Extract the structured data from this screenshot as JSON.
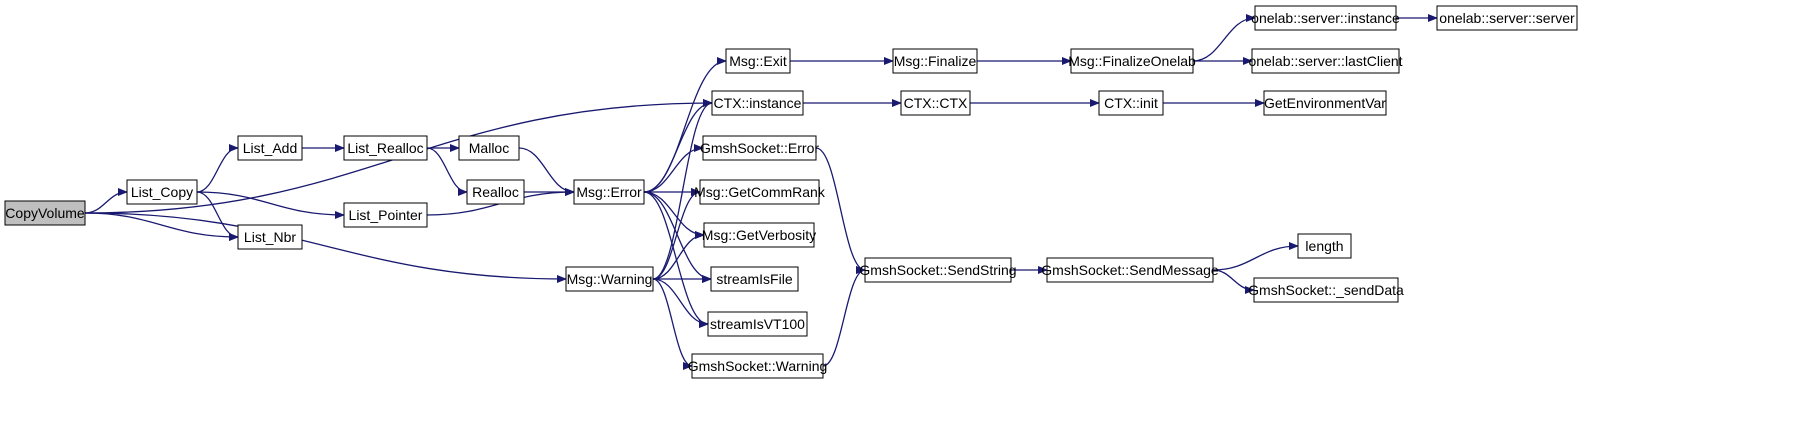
{
  "colors": {
    "node_fill": "#ffffff",
    "root_fill": "#bfbfbf",
    "edge": "#191970"
  },
  "nodes": [
    {
      "id": "CopyVolume",
      "label": "CopyVolume",
      "root": true
    },
    {
      "id": "List_Copy",
      "label": "List_Copy"
    },
    {
      "id": "List_Add",
      "label": "List_Add"
    },
    {
      "id": "List_Nbr",
      "label": "List_Nbr"
    },
    {
      "id": "List_Realloc",
      "label": "List_Realloc"
    },
    {
      "id": "List_Pointer",
      "label": "List_Pointer"
    },
    {
      "id": "Malloc",
      "label": "Malloc"
    },
    {
      "id": "Realloc",
      "label": "Realloc"
    },
    {
      "id": "Msg_Error",
      "label": "Msg::Error"
    },
    {
      "id": "Msg_Warning",
      "label": "Msg::Warning"
    },
    {
      "id": "Msg_Exit",
      "label": "Msg::Exit"
    },
    {
      "id": "CTX_instance",
      "label": "CTX::instance"
    },
    {
      "id": "GmshSocket_Error",
      "label": "GmshSocket::Error"
    },
    {
      "id": "Msg_GetCommRank",
      "label": "Msg::GetCommRank"
    },
    {
      "id": "Msg_GetVerbosity",
      "label": "Msg::GetVerbosity"
    },
    {
      "id": "streamIsFile",
      "label": "streamIsFile"
    },
    {
      "id": "streamIsVT100",
      "label": "streamIsVT100"
    },
    {
      "id": "GmshSocket_Warning",
      "label": "GmshSocket::Warning"
    },
    {
      "id": "Msg_Finalize",
      "label": "Msg::Finalize"
    },
    {
      "id": "CTX_CTX",
      "label": "CTX::CTX"
    },
    {
      "id": "GmshSocket_SendString",
      "label": "GmshSocket::SendString"
    },
    {
      "id": "Msg_FinalizeOnelab",
      "label": "Msg::FinalizeOnelab"
    },
    {
      "id": "CTX_init",
      "label": "CTX::init"
    },
    {
      "id": "GmshSocket_SendMessage",
      "label": "GmshSocket::SendMessage"
    },
    {
      "id": "onelab_server_instance",
      "label": "onelab::server::instance"
    },
    {
      "id": "onelab_server_lastClient",
      "label": "onelab::server::lastClient"
    },
    {
      "id": "GetEnvironmentVar",
      "label": "GetEnvironmentVar"
    },
    {
      "id": "length",
      "label": "length"
    },
    {
      "id": "GmshSocket__sendData",
      "label": "GmshSocket::_sendData"
    },
    {
      "id": "onelab_server_server",
      "label": "onelab::server::server"
    }
  ],
  "edges": [
    [
      "CopyVolume",
      "List_Copy"
    ],
    [
      "CopyVolume",
      "List_Nbr"
    ],
    [
      "CopyVolume",
      "CTX_instance"
    ],
    [
      "CopyVolume",
      "Msg_Warning"
    ],
    [
      "List_Copy",
      "List_Add"
    ],
    [
      "List_Copy",
      "List_Nbr"
    ],
    [
      "List_Copy",
      "List_Pointer"
    ],
    [
      "List_Add",
      "List_Realloc"
    ],
    [
      "List_Realloc",
      "Malloc"
    ],
    [
      "List_Realloc",
      "Realloc"
    ],
    [
      "Malloc",
      "Msg_Error"
    ],
    [
      "Realloc",
      "Msg_Error"
    ],
    [
      "List_Pointer",
      "Msg_Error"
    ],
    [
      "Msg_Error",
      "Msg_Exit"
    ],
    [
      "Msg_Error",
      "CTX_instance"
    ],
    [
      "Msg_Error",
      "GmshSocket_Error"
    ],
    [
      "Msg_Error",
      "Msg_GetCommRank"
    ],
    [
      "Msg_Error",
      "Msg_GetVerbosity"
    ],
    [
      "Msg_Error",
      "streamIsFile"
    ],
    [
      "Msg_Error",
      "streamIsVT100"
    ],
    [
      "Msg_Warning",
      "CTX_instance"
    ],
    [
      "Msg_Warning",
      "Msg_GetCommRank"
    ],
    [
      "Msg_Warning",
      "Msg_GetVerbosity"
    ],
    [
      "Msg_Warning",
      "streamIsFile"
    ],
    [
      "Msg_Warning",
      "streamIsVT100"
    ],
    [
      "Msg_Warning",
      "GmshSocket_Warning"
    ],
    [
      "Msg_Exit",
      "Msg_Finalize"
    ],
    [
      "Msg_Finalize",
      "Msg_FinalizeOnelab"
    ],
    [
      "Msg_FinalizeOnelab",
      "onelab_server_instance"
    ],
    [
      "Msg_FinalizeOnelab",
      "onelab_server_lastClient"
    ],
    [
      "onelab_server_instance",
      "onelab_server_server"
    ],
    [
      "CTX_instance",
      "CTX_CTX"
    ],
    [
      "CTX_CTX",
      "CTX_init"
    ],
    [
      "CTX_init",
      "GetEnvironmentVar"
    ],
    [
      "GmshSocket_Error",
      "GmshSocket_SendString"
    ],
    [
      "GmshSocket_Warning",
      "GmshSocket_SendString"
    ],
    [
      "GmshSocket_SendString",
      "GmshSocket_SendMessage"
    ],
    [
      "GmshSocket_SendMessage",
      "length"
    ],
    [
      "GmshSocket_SendMessage",
      "GmshSocket__sendData"
    ]
  ]
}
